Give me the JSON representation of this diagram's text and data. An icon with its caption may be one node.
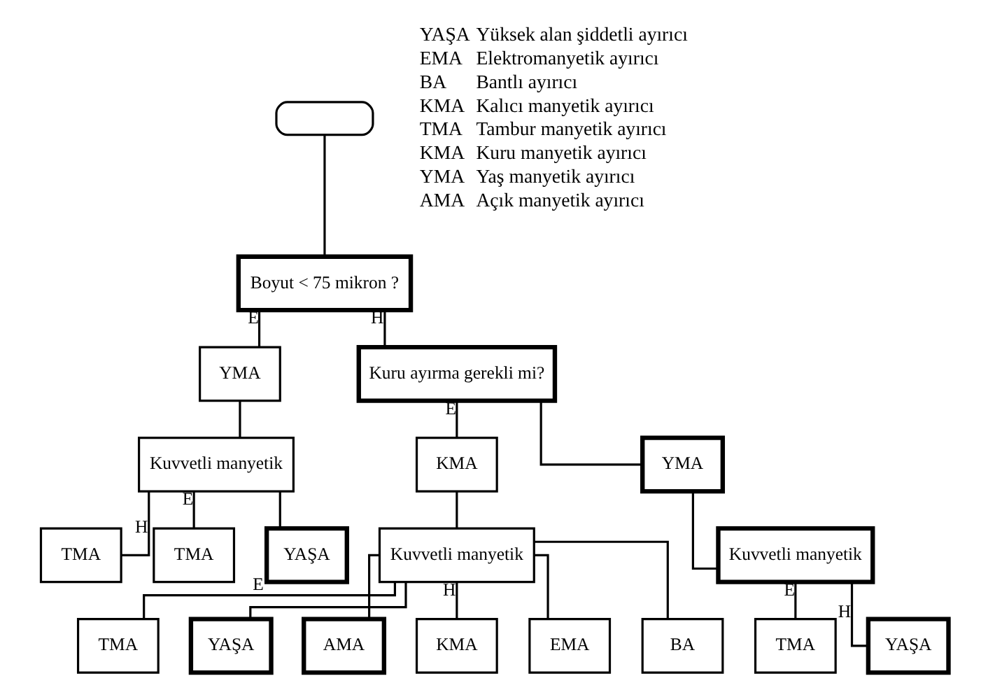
{
  "diagram": {
    "nodes": [
      {
        "text": [],
        "shape": "box"
      },
      {
        "text": [
          "Boyut < 75 mikron ?"
        ]
      },
      {
        "text": [
          "YMA"
        ]
      },
      {
        "text": [
          "Kuvvetli manyetik"
        ]
      },
      {
        "text": [
          "TMA"
        ]
      },
      {
        "text": [
          "TMA"
        ]
      },
      {
        "text": [
          "YAŞA"
        ]
      },
      {
        "text": [
          "Kuru ayırma gerekli mi?"
        ]
      },
      {
        "text": [
          "KMA"
        ]
      },
      {
        "text": [
          "YMA"
        ]
      },
      {
        "text": [
          "Kuvvetli manyetik"
        ]
      },
      {
        "text": [
          "TMA"
        ]
      },
      {
        "text": [
          "YAŞA"
        ]
      },
      {
        "text": [
          "Kuvvetli manyetik"
        ]
      },
      {
        "text": [
          "TMA"
        ]
      },
      {
        "text": [
          "YAŞA"
        ]
      },
      {
        "text": [
          "AMA"
        ]
      },
      {
        "text": [
          "KMA"
        ]
      },
      {
        "text": [
          "EMA"
        ]
      },
      {
        "text": [
          "BA"
        ]
      }
    ],
    "edges": [
      {
        "from": 0,
        "to": 1,
        "arrow": "none"
      },
      {
        "from": 1,
        "to": 2,
        "arrow": "none",
        "label": "E"
      },
      {
        "from": 2,
        "to": 3,
        "arrow": "none"
      },
      {
        "from": 3,
        "to": 4,
        "arrow": "none",
        "label": "H"
      },
      {
        "from": 3,
        "to": 5,
        "arrow": "none",
        "label": "E"
      },
      {
        "from": 3,
        "to": 6,
        "arrow": "none"
      },
      {
        "from": 1,
        "to": 7,
        "arrow": "none",
        "label": "H"
      },
      {
        "from": 7,
        "to": 8,
        "arrow": "none",
        "label": "E"
      },
      {
        "from": 7,
        "to": 9,
        "arrow": "none"
      },
      {
        "from": 9,
        "to": 10,
        "arrow": "none"
      },
      {
        "from": 10,
        "to": 11,
        "arrow": "none",
        "label": "E"
      },
      {
        "from": 10,
        "to": 12,
        "arrow": "none",
        "label": "H"
      },
      {
        "from": 8,
        "to": 13,
        "arrow": "none"
      },
      {
        "from": 13,
        "to": 14,
        "arrow": "none",
        "label": "E"
      },
      {
        "from": 13,
        "to": 15,
        "arrow": "none"
      },
      {
        "from": 13,
        "to": 16,
        "arrow": "none"
      },
      {
        "from": 13,
        "to": 17,
        "arrow": "none",
        "label": "H"
      },
      {
        "from": 13,
        "to": 18,
        "arrow": "none"
      },
      {
        "from": 13,
        "to": 19,
        "arrow": "none"
      }
    ],
    "labels": [
      "YAŞA",
      "Yüksek alan şiddetli ayırıcı",
      "EMA",
      "Elektromanyetik ayırıcı",
      "BA",
      "Bantlı ayırıcı",
      "KMA",
      "Kalıcı manyetik ayırıcı",
      "TMA",
      "Tambur manyetik ayırıcı",
      "KMA",
      "Kuru manyetik ayırıcı",
      "YMA",
      "Yaş manyetik ayırıcı",
      "AMA",
      "Açık manyetik ayırıcı"
    ]
  }
}
